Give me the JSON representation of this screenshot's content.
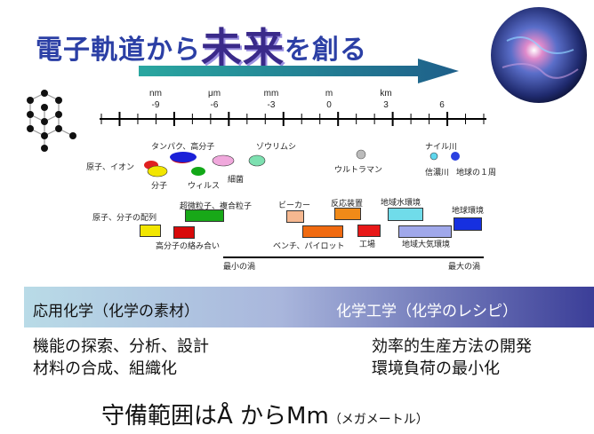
{
  "title": {
    "pre": "電子軌道から",
    "big": "未来",
    "post": "を創る"
  },
  "scale": {
    "units": [
      "nm",
      "μm",
      "mm",
      "m",
      "km"
    ],
    "exponents": [
      "-9",
      "-6",
      "-3",
      "0",
      "3",
      "6"
    ]
  },
  "objects": {
    "atom_ion": "原子、イオン",
    "protein": "タンパク、高分子",
    "molecule": "分子",
    "virus": "ウィルス",
    "bacteria": "細菌",
    "paramecium": "ゾウリムシ",
    "ultraman": "ウルトラマン",
    "shinano": "信濃川",
    "nile": "ナイル川",
    "earth_lap": "地球の１周"
  },
  "phenomena": {
    "atom_arrangement": "原子、分子の配列",
    "ultrafine": "超微粒子、複合粒子",
    "polymer_tangle": "高分子の絡み合い",
    "beaker": "ビーカー",
    "reactor": "反応装置",
    "bench": "ベンチ、パイロット",
    "factory": "工場",
    "water_env": "地域水環境",
    "atmo_env": "地域大気環境",
    "global_env": "地球環境",
    "min_vortex": "最小の渦",
    "max_vortex": "最大の渦"
  },
  "band": {
    "left": "応用化学（化学の素材）",
    "right": "化学工学（化学のレシピ）"
  },
  "bullets": {
    "left1": "機能の探索、分析、設計",
    "left2": "材料の合成、組織化",
    "right1": "効率的生産方法の開発",
    "right2": "環境負荷の最小化"
  },
  "footer": {
    "main": "守備範囲はÅ からMm",
    "small": "（メガメートル）"
  },
  "colors": {
    "arrow": "#1e8f8a",
    "band_start": "#b9dbe7",
    "band_end": "#3b3e98"
  }
}
